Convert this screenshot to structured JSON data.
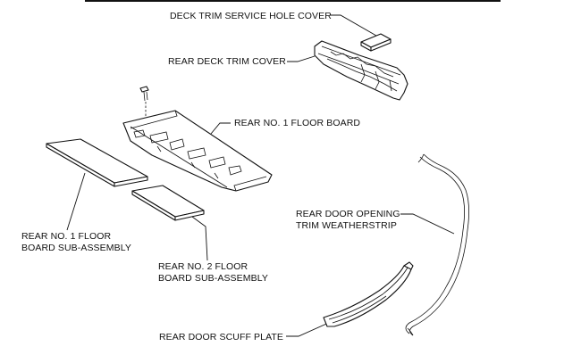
{
  "labels": {
    "deck_trim_service_hole_cover": "DECK TRIM SERVICE HOLE COVER",
    "rear_deck_trim_cover": "REAR DECK TRIM COVER",
    "rear_no1_floor_board": "REAR NO. 1 FLOOR BOARD",
    "rear_no1_floor_board_sub_assembly_line1": "REAR NO. 1 FLOOR",
    "rear_no1_floor_board_sub_assembly_line2": "BOARD SUB-ASSEMBLY",
    "rear_no2_floor_board_sub_assembly_line1": "REAR NO. 2 FLOOR",
    "rear_no2_floor_board_sub_assembly_line2": "BOARD SUB-ASSEMBLY",
    "rear_door_opening_trim_weatherstrip_line1": "REAR DOOR OPENING",
    "rear_door_opening_trim_weatherstrip_line2": "TRIM WEATHERSTRIP",
    "rear_door_scuff_plate": "REAR DOOR SCUFF PLATE"
  }
}
